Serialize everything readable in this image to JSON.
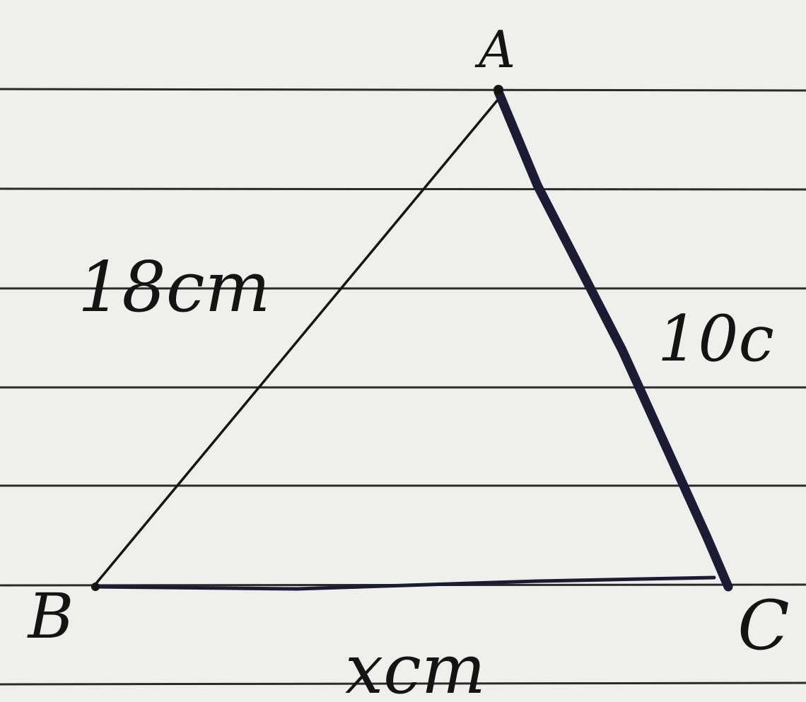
{
  "vertices": {
    "a": "A",
    "b": "B",
    "c": "C"
  },
  "sides": {
    "ab": "18cm",
    "ac": "10c",
    "bc": "xcm"
  },
  "colors": {
    "paper": "#efefec",
    "rule": "#2a2a2a",
    "ink": "#141414",
    "ink_heavy": "#1b1b33"
  }
}
